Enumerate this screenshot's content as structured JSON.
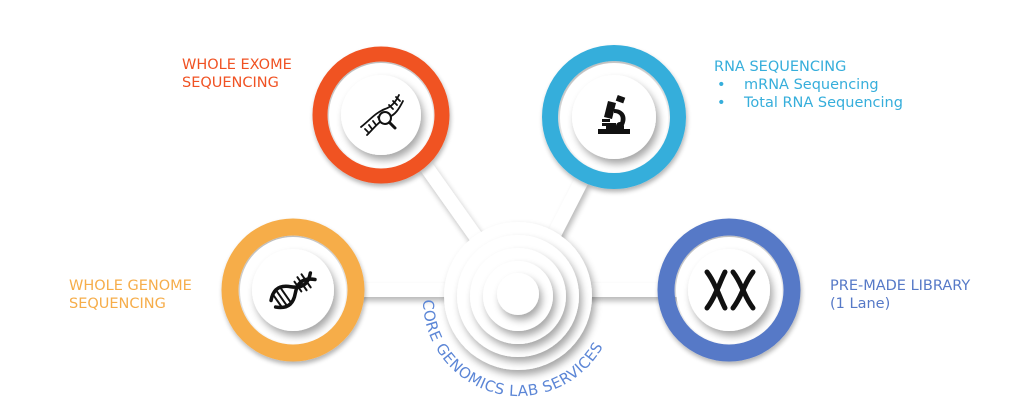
{
  "diagram": {
    "center_title": "CORE GENOMICS LAB SERVICES",
    "colors": {
      "exome": "#F05223",
      "rna": "#36AEDB",
      "genome": "#F6AD4A",
      "library": "#5679C7",
      "center_text": "#5C86D6",
      "icon": "#111111"
    },
    "services": [
      {
        "id": "whole-exome",
        "title_line1": "WHOLE EXOME",
        "title_line2": "SEQUENCING",
        "icon": "dna-magnifier-icon",
        "color": "#F05223"
      },
      {
        "id": "rna",
        "title": "RNA SEQUENCING",
        "items": [
          "mRNA Sequencing",
          "Total RNA Sequencing"
        ],
        "icon": "microscope-icon",
        "color": "#36AEDB"
      },
      {
        "id": "whole-genome",
        "title_line1": "WHOLE GENOME",
        "title_line2": "SEQUENCING",
        "icon": "dna-helix-icon",
        "color": "#F6AD4A"
      },
      {
        "id": "pre-made-library",
        "title_line1": "PRE-MADE LIBRARY",
        "title_line2": "(1 Lane)",
        "icon": "chromosome-xx-icon",
        "color": "#5679C7"
      }
    ]
  }
}
